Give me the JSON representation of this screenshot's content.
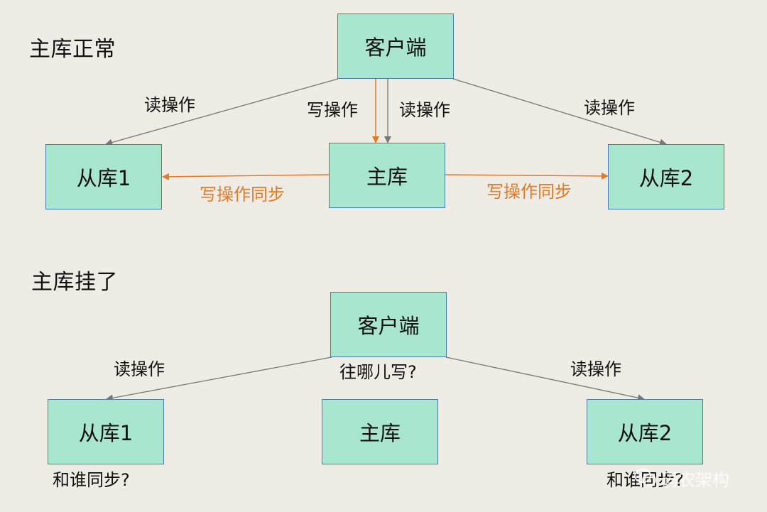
{
  "colors": {
    "background": "#efece6",
    "node_fill": "#a8e6cf",
    "node_border": "#4b7ca8",
    "sync_arrow": "#e07b2a",
    "read_arrow": "#777777"
  },
  "section_normal": {
    "title": "主库正常",
    "nodes": {
      "client": "客户端",
      "master": "主库",
      "replica1": "从库1",
      "replica2": "从库2"
    },
    "labels": {
      "read_left": "读操作",
      "write": "写操作",
      "read_center": "读操作",
      "read_right": "读操作",
      "sync_left": "写操作同步",
      "sync_right": "写操作同步"
    }
  },
  "section_failed": {
    "title": "主库挂了",
    "nodes": {
      "client": "客户端",
      "master": "主库",
      "replica1": "从库1",
      "replica2": "从库2"
    },
    "labels": {
      "read_left": "读操作",
      "where_write": "往哪儿写?",
      "read_right": "读操作",
      "sync_q_left": "和谁同步?",
      "sync_q_right": "和谁同步?"
    }
  },
  "watermark": {
    "icon": "wechat-icon",
    "text": "码农架构"
  }
}
